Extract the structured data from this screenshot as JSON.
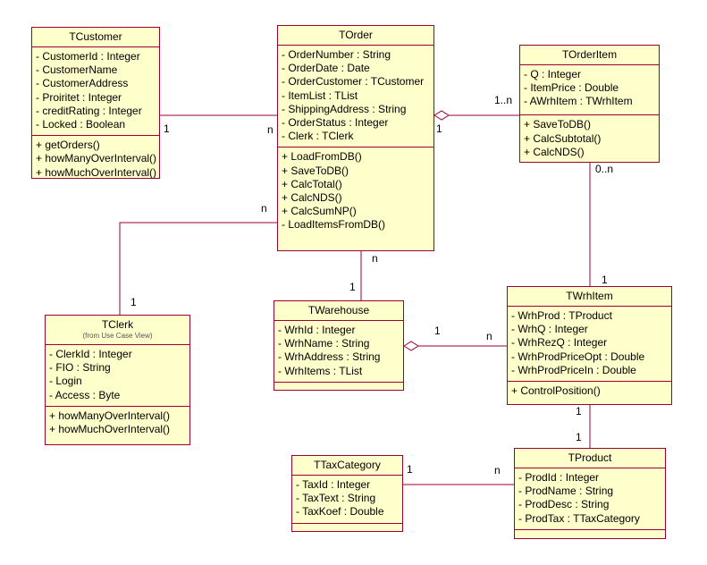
{
  "classes": {
    "tcustomer": {
      "name": "TCustomer",
      "attributes": [
        "- CustomerId : Integer",
        "- CustomerName",
        "- CustomerAddress",
        "- Proiritet : Integer",
        "- creditRating : Integer",
        "- Locked : Boolean"
      ],
      "operations": [
        "+ getOrders()",
        "+ howManyOverInterval()",
        "+ howMuchOverInterval()"
      ]
    },
    "torder": {
      "name": "TOrder",
      "attributes": [
        "- OrderNumber : String",
        "- OrderDate : Date",
        "- OrderCustomer : TCustomer",
        "- ItemList : TList",
        "- ShippingAddress : String",
        "- OrderStatus : Integer",
        "- Clerk : TClerk"
      ],
      "operations": [
        "+ LoadFromDB()",
        "+ SaveToDB()",
        "+ CalcTotal()",
        "+ CalcNDS()",
        "+ CalcSumNP()",
        "- LoadItemsFromDB()"
      ]
    },
    "torderitem": {
      "name": "TOrderItem",
      "attributes": [
        "- Q : Integer",
        "- ItemPrice : Double",
        "- AWrhItem : TWrhItem"
      ],
      "operations": [
        "+ SaveToDB()",
        "+ CalcSubtotal()",
        "+ CalcNDS()"
      ]
    },
    "tclerk": {
      "name": "TClerk",
      "note": "(from Use Case View)",
      "attributes": [
        "- ClerkId : Integer",
        "- FIO : String",
        "- Login",
        "- Access : Byte"
      ],
      "operations": [
        "+ howManyOverInterval()",
        "+ howMuchOverInterval()"
      ]
    },
    "twarehouse": {
      "name": "TWarehouse",
      "attributes": [
        "- WrhId : Integer",
        "- WrhName : String",
        "- WrhAddress : String",
        "- WrhItems : TList"
      ],
      "operations": []
    },
    "twrhitem": {
      "name": "TWrhItem",
      "attributes": [
        "- WrhProd : TProduct",
        "- WrhQ : Integer",
        "- WrhRezQ : Integer",
        "- WrhProdPriceOpt : Double",
        "- WrhProdPriceIn : Double"
      ],
      "operations": [
        "+ ControlPosition()"
      ]
    },
    "ttaxcategory": {
      "name": "TTaxCategory",
      "attributes": [
        "- TaxId : Integer",
        "- TaxText : String",
        "- TaxKoef : Double"
      ],
      "operations": []
    },
    "tproduct": {
      "name": "TProduct",
      "attributes": [
        "- ProdId : Integer",
        "- ProdName : String",
        "- ProdDesc : String",
        "- ProdTax : TTaxCategory"
      ],
      "operations": []
    }
  },
  "multiplicities": {
    "cust_order_cust": "1",
    "cust_order_order": "n",
    "order_item_order": "1",
    "order_item_item": "1..n",
    "item_wrh_item": "0..n",
    "item_wrh_wrh": "1",
    "clerk_order_order": "n",
    "clerk_order_clerk": "1",
    "order_wh_order": "n",
    "order_wh_wh": "1",
    "wh_wrh_wh": "1",
    "wh_wrh_wrh": "n",
    "wrh_prod_wrh": "1",
    "wrh_prod_prod": "1",
    "tax_prod_tax": "1",
    "tax_prod_prod": "n"
  },
  "colors": {
    "box_fill": "#ffffcc",
    "box_border": "#990033",
    "line": "#990033"
  }
}
